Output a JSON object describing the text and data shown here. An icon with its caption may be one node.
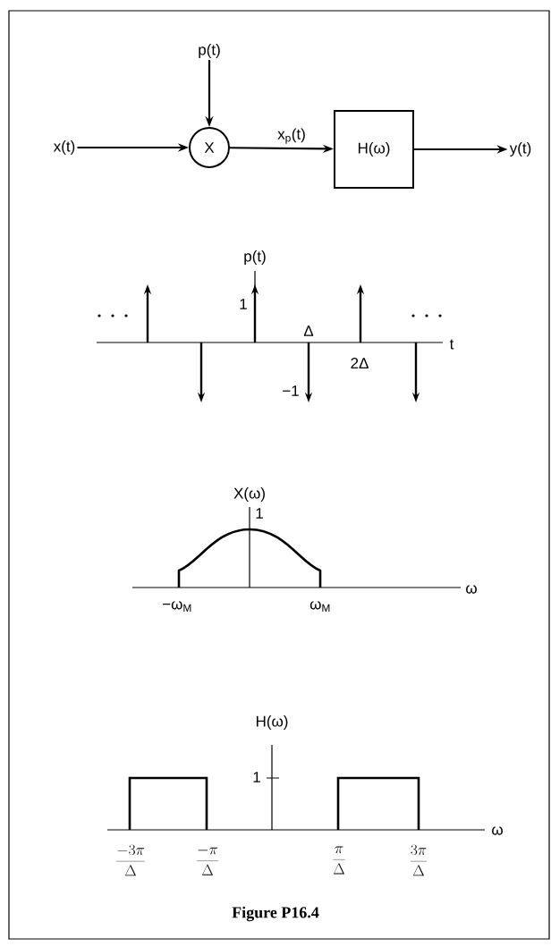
{
  "diagram": {
    "caption": "Figure P16.4",
    "nodes": [
      {
        "text": [
          "x(t)"
        ]
      },
      {
        "text": [
          "p(t)"
        ]
      },
      {
        "text": [
          "X"
        ]
      },
      {
        "text": [
          "H(ω)"
        ]
      },
      {
        "text": [
          "y(t)"
        ]
      }
    ],
    "edges": [
      {
        "from": 0,
        "to": 2,
        "arrow": "to"
      },
      {
        "from": 1,
        "to": 2,
        "arrow": "to"
      },
      {
        "from": 2,
        "to": 3,
        "arrow": "to",
        "label": "x$_{p}$(t)"
      },
      {
        "from": 3,
        "to": 4,
        "arrow": "to"
      }
    ],
    "labels": [
      "p(t)",
      "1",
      "Δ",
      "t",
      "2Δ",
      "−1",
      "X(ω)",
      "1",
      "ω",
      "−ω$_{M}$",
      "ω$_{M}$",
      "H(ω)",
      "1",
      "ω",
      "\\frac{-3\\pi}{\\Delta}",
      "\\frac{-\\pi}{\\Delta}",
      "\\frac{\\pi}{\\Delta}",
      "\\frac{3\\pi}{\\Delta}"
    ]
  }
}
